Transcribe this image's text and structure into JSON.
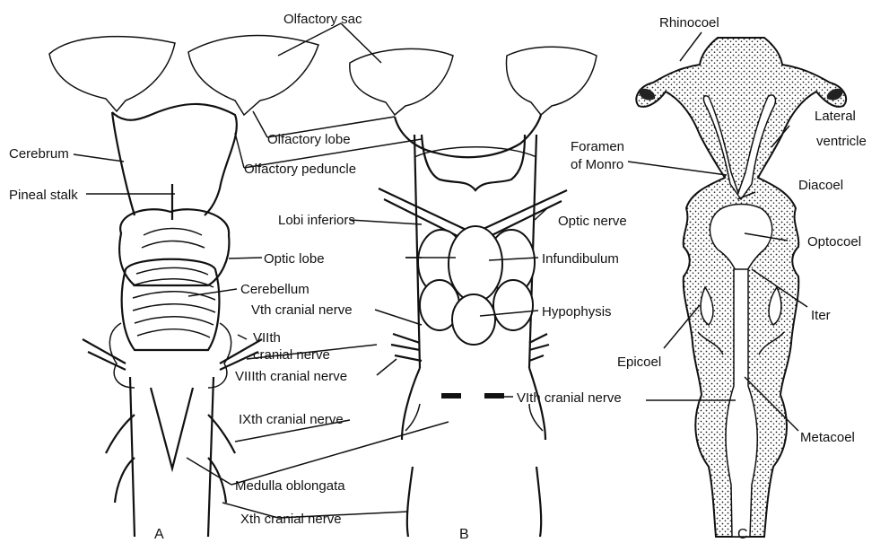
{
  "figure": {
    "panel_labels": [
      "A",
      "B",
      "C"
    ],
    "labels": [
      {
        "id": "olfactory-sac",
        "text": "Olfactory sac"
      },
      {
        "id": "cerebrum",
        "text": "Cerebrum"
      },
      {
        "id": "olfactory-lobe",
        "text": "Olfactory lobe"
      },
      {
        "id": "olfactory-peduncle",
        "text": "Olfactory peduncle"
      },
      {
        "id": "pineal-stalk",
        "text": "Pineal stalk"
      },
      {
        "id": "lobi-inferiors",
        "text": "Lobi inferiors"
      },
      {
        "id": "optic-nerve",
        "text": "Optic nerve"
      },
      {
        "id": "optic-lobe",
        "text": "Optic lobe"
      },
      {
        "id": "infundibulum",
        "text": "Infundibulum"
      },
      {
        "id": "cerebellum",
        "text": "Cerebellum"
      },
      {
        "id": "vth-nerve",
        "text": "Vth cranial nerve"
      },
      {
        "id": "hypophysis",
        "text": "Hypophysis"
      },
      {
        "id": "viith-1",
        "text": "VIIth"
      },
      {
        "id": "viith-2",
        "text": "cranial nerve"
      },
      {
        "id": "viiith-nerve",
        "text": "VIIIth cranial nerve"
      },
      {
        "id": "vith-nerve",
        "text": "VIth cranial nerve"
      },
      {
        "id": "ixth-nerve",
        "text": "IXth cranial nerve"
      },
      {
        "id": "medulla",
        "text": "Medulla oblongata"
      },
      {
        "id": "xth-nerve",
        "text": "Xth cranial nerve"
      },
      {
        "id": "rhinocoel",
        "text": "Rhinocoel"
      },
      {
        "id": "lateral-1",
        "text": "Lateral"
      },
      {
        "id": "lateral-2",
        "text": "ventricle"
      },
      {
        "id": "foramen-1",
        "text": "Foramen"
      },
      {
        "id": "foramen-2",
        "text": "of Monro"
      },
      {
        "id": "diacoel",
        "text": "Diacoel"
      },
      {
        "id": "optocoel",
        "text": "Optocoel"
      },
      {
        "id": "iter",
        "text": "Iter"
      },
      {
        "id": "epicoel",
        "text": "Epicoel"
      },
      {
        "id": "metacoel",
        "text": "Metacoel"
      }
    ]
  }
}
